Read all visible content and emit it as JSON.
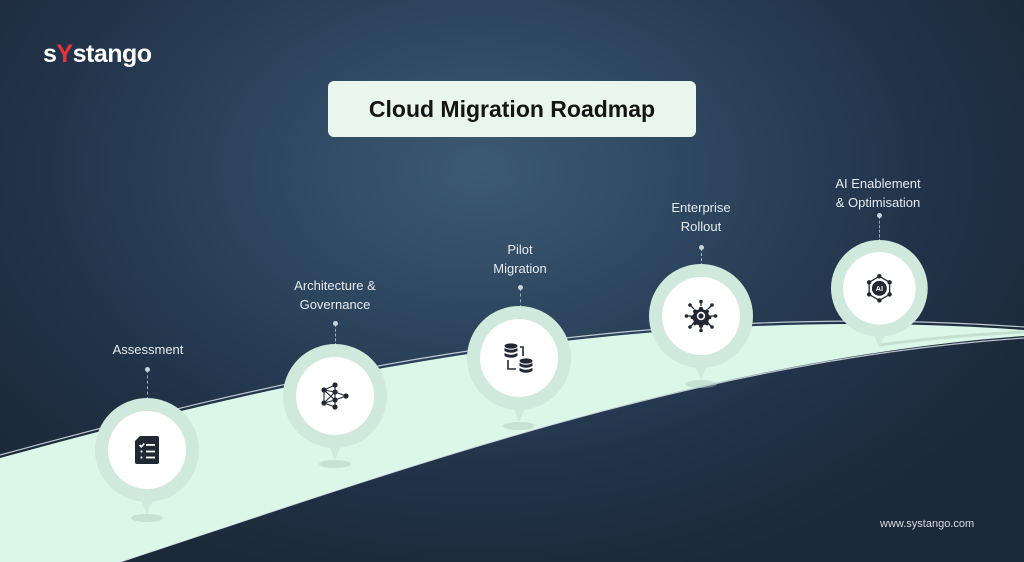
{
  "brand": {
    "logo_prefix": "s",
    "logo_accent": "Y",
    "logo_suffix": "stango",
    "accent_color": "#e8323c",
    "website": "www.systango.com"
  },
  "title": "Cloud Migration Roadmap",
  "colors": {
    "background": "#22344a",
    "road": "#dbf7e8",
    "pin_ring": "#cfe9dc",
    "pin_center": "#ffffff",
    "icon": "#1f2833",
    "title_box": "#e9f6ee"
  },
  "steps": [
    {
      "order": 1,
      "label": "Assessment",
      "icon": "checklist-document-icon"
    },
    {
      "order": 2,
      "label": "Architecture &\nGovernance",
      "icon": "network-graph-icon"
    },
    {
      "order": 3,
      "label": "Pilot\nMigration",
      "icon": "database-transfer-icon"
    },
    {
      "order": 4,
      "label": "Enterprise\nRollout",
      "icon": "gear-network-icon"
    },
    {
      "order": 5,
      "label": "AI Enablement\n& Optimisation",
      "icon": "ai-hexagon-network-icon"
    }
  ]
}
